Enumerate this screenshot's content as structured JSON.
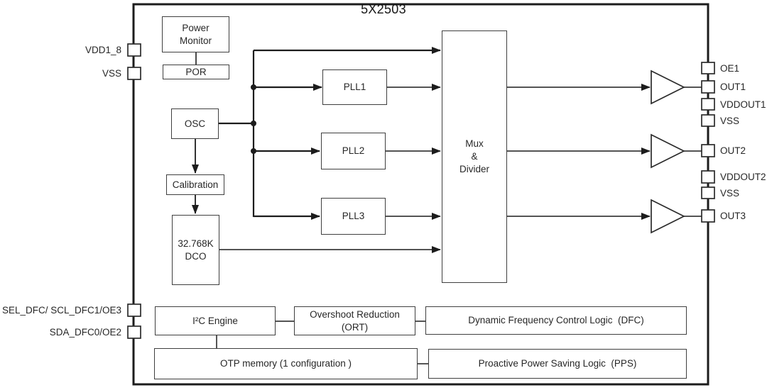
{
  "title": "5X2503",
  "colors": {
    "line": "#1c1c1c",
    "box_border": "#3f3f3f",
    "text": "#272727",
    "background": "#ffffff"
  },
  "blocks": {
    "power_monitor": {
      "label": "Power\nMonitor"
    },
    "por": {
      "label": "POR"
    },
    "osc": {
      "label": "OSC"
    },
    "calibration": {
      "label": "Calibration"
    },
    "dco": {
      "label": "32.768K\nDCO"
    },
    "pll1": {
      "label": "PLL1"
    },
    "pll2": {
      "label": "PLL2"
    },
    "pll3": {
      "label": "PLL3"
    },
    "mux_divider": {
      "label": "Mux\n&\nDivider"
    },
    "i2c_engine": {
      "label": "I²C Engine"
    },
    "ort": {
      "label": "Overshoot Reduction\n(ORT)"
    },
    "dfc": {
      "label": "Dynamic Frequency Control Logic  (DFC)"
    },
    "otp": {
      "label": "OTP memory (1 configuration )"
    },
    "pps": {
      "label": "Proactive Power Saving Logic  (PPS)"
    }
  },
  "pins": {
    "left": [
      {
        "name": "VDD1_8"
      },
      {
        "name": "VSS"
      },
      {
        "name": "SEL_DFC/ SCL_DFC1/OE3"
      },
      {
        "name": "SDA_DFC0/OE2"
      }
    ],
    "right": [
      {
        "name": "OE1"
      },
      {
        "name": "OUT1"
      },
      {
        "name": "VDDOUT1"
      },
      {
        "name": "VSS"
      },
      {
        "name": "OUT2"
      },
      {
        "name": "VDDOUT2"
      },
      {
        "name": "VSS"
      },
      {
        "name": "OUT3"
      }
    ]
  }
}
